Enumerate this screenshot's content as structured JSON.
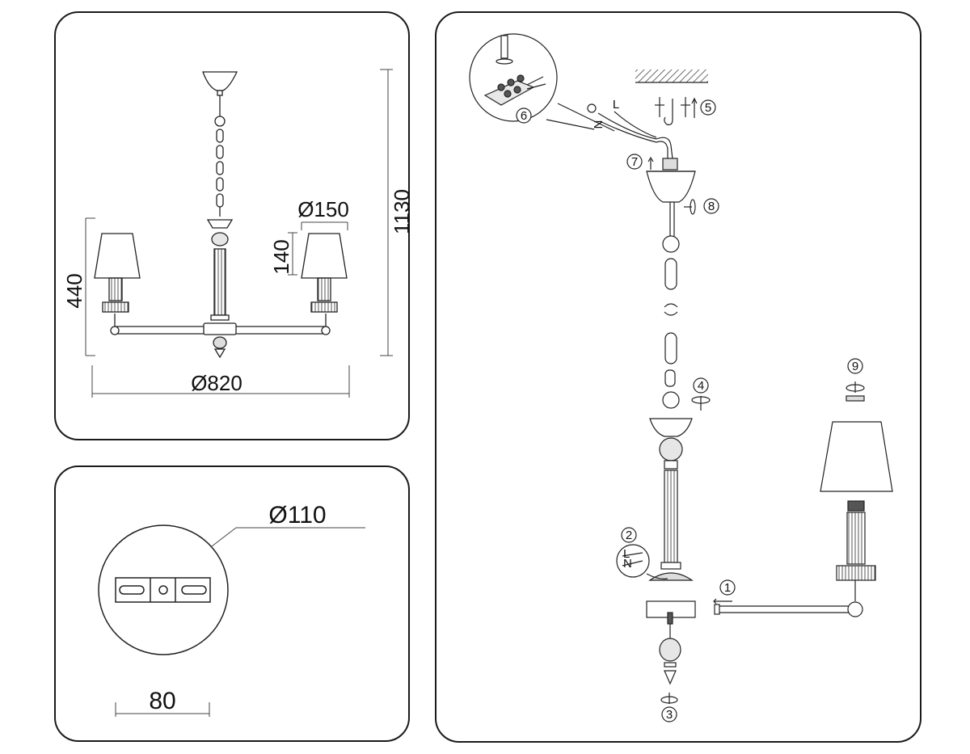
{
  "dimensions": {
    "overall_height": "1130",
    "body_height": "440",
    "shade_diameter": "Ø150",
    "shade_height": "140",
    "overall_diameter": "Ø820"
  },
  "canopy": {
    "canopy_diameter": "Ø110",
    "bracket_length": "80"
  },
  "assembly": {
    "steps": [
      "1",
      "2",
      "3",
      "4",
      "5",
      "6",
      "7",
      "8",
      "9"
    ],
    "wire_labels": {
      "live": "L",
      "neutral": "N"
    },
    "wire_labels_step2": {
      "live": "L",
      "neutral": "N"
    }
  }
}
